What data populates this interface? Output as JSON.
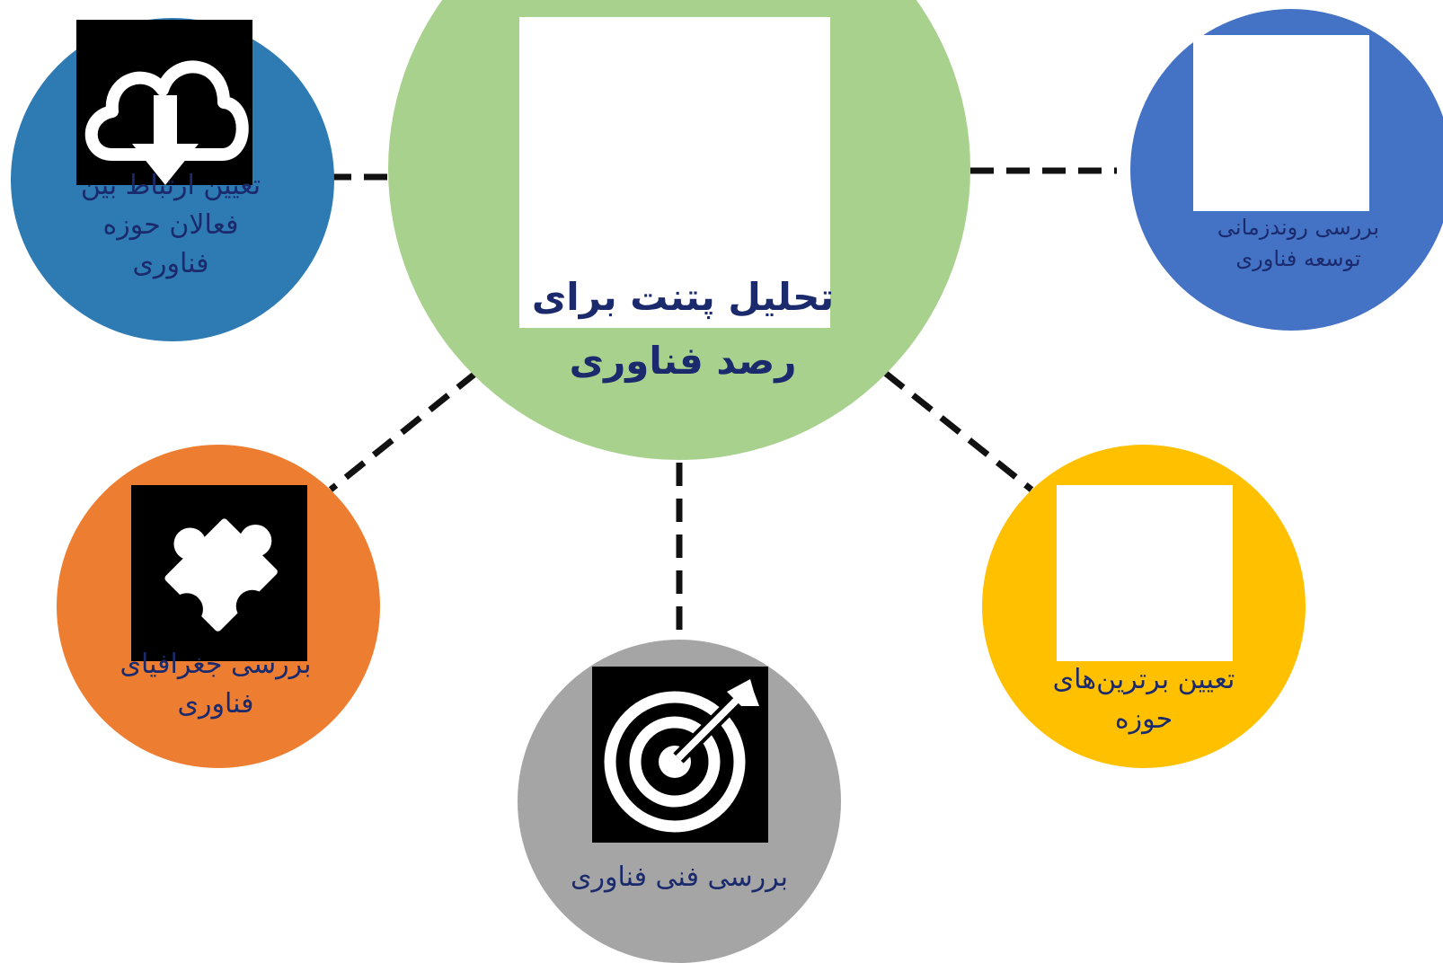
{
  "center": {
    "line1": "تحلیل پتنت برای",
    "line2": "رصد فناوری",
    "color": "#a9d18e"
  },
  "nodes": {
    "stakeholders": {
      "line1": "تعیین ارتباط بین",
      "line2": "فعالان حوزه",
      "line3": "فناوری",
      "color": "#2e7bb4",
      "icon": "cloud-download-icon"
    },
    "timeline": {
      "line1": "بررسی روندزمانی",
      "line2": "توسعه  فناوری",
      "color": "#4472c4",
      "icon": "blank-icon"
    },
    "geography": {
      "line1": "بررسی جغرافیای",
      "line2": "فناوری",
      "color": "#ed7d31",
      "icon": "puzzle-icon"
    },
    "technical": {
      "line1": "بررسی فنی فناوری",
      "color": "#a5a5a5",
      "icon": "target-icon"
    },
    "leaders": {
      "line1": "تعیین برترین‌های",
      "line2": "حوزه",
      "color": "#ffc000",
      "icon": "blank-icon"
    }
  }
}
